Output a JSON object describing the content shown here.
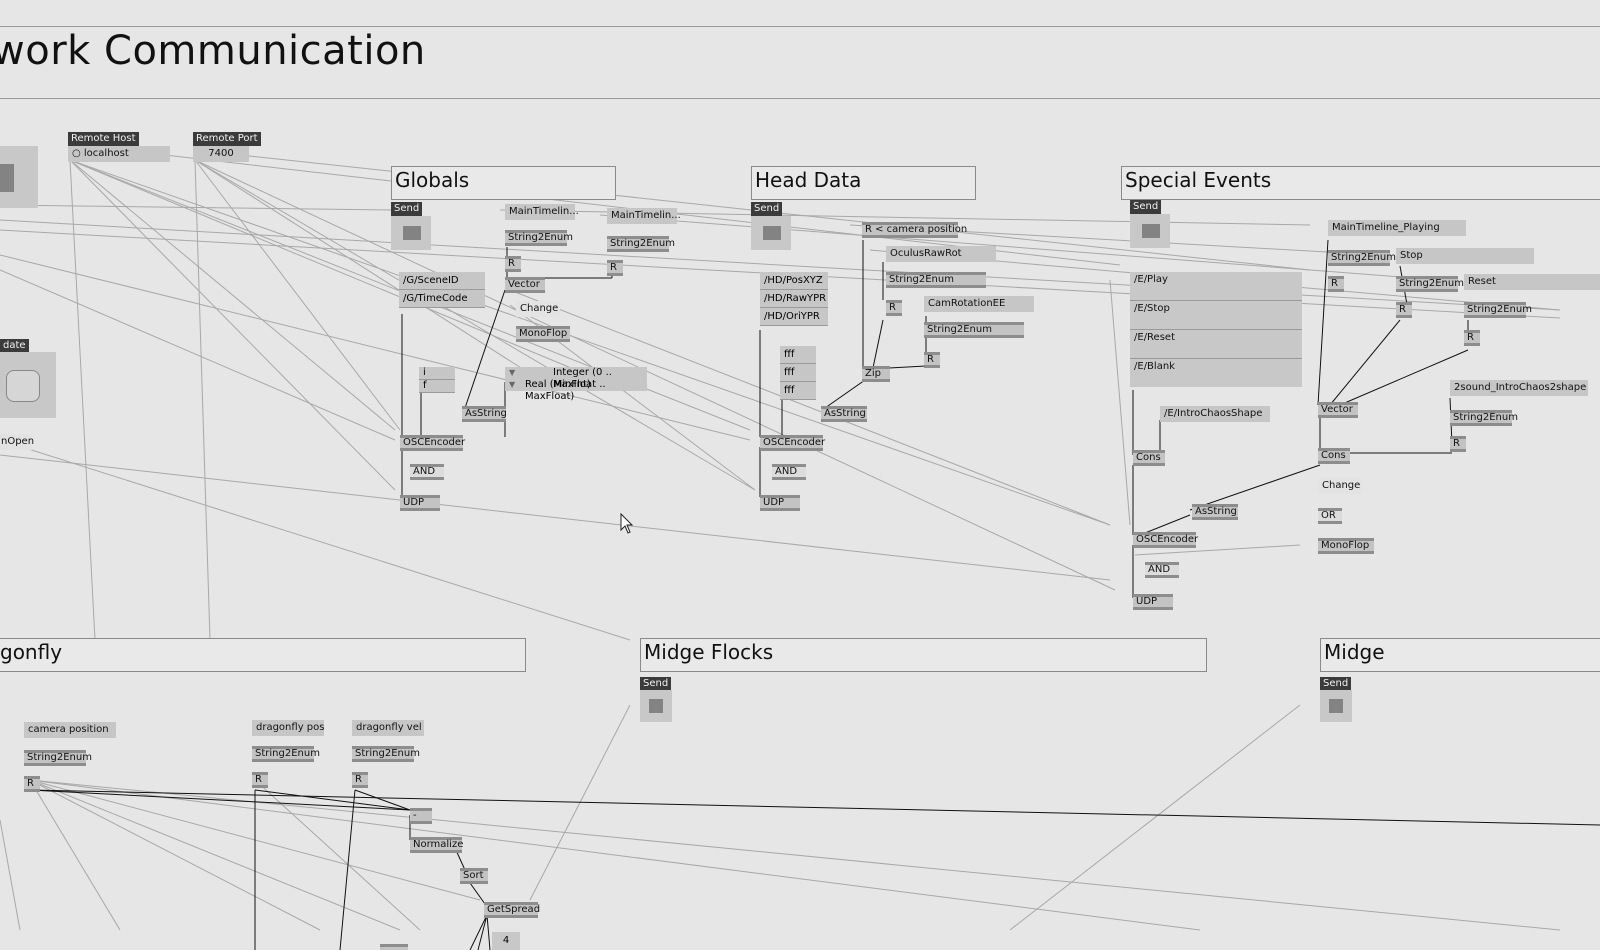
{
  "page": {
    "title": "work Communication",
    "background": "#e6e6e6"
  },
  "left_panel": {
    "remote_host_label": "Remote Host",
    "remote_host_value": "localhost",
    "remote_port_label": "Remote Port",
    "remote_port_value": "7400",
    "update_label": "date",
    "open_label": "nOpen"
  },
  "groups": {
    "globals": "Globals",
    "head_data": "Head Data",
    "special_events": "Special Events",
    "dragonfly": "gonfly",
    "midge_flocks": "Midge Flocks",
    "midge": "Midge"
  },
  "globals": {
    "send": "Send",
    "addresses": [
      "/G/SceneID",
      "/G/TimeCode"
    ],
    "types": [
      "i",
      "f"
    ],
    "timeline1": "MainTimelin...",
    "timeline2": "MainTimelin...",
    "string2enum": "String2Enum",
    "r": "R",
    "vector": "Vector",
    "change": "Change",
    "monoflop": "MonoFlop",
    "enum_options": [
      "Integer (0 .. MaxInt)",
      "Real (MinFloat .. MaxFloat)"
    ],
    "asstring": "AsString",
    "oscencoder": "OSCEncoder",
    "and": "AND",
    "udp": "UDP"
  },
  "head_data": {
    "send": "Send",
    "addresses": [
      "/HD/PosXYZ",
      "/HD/RawYPR",
      "/HD/OriYPR"
    ],
    "types": [
      "fff",
      "fff",
      "fff"
    ],
    "camera_position": "R < camera position",
    "oculus": "OculusRawRot",
    "string2enum": "String2Enum",
    "r": "R",
    "cam_rotation": "CamRotationEE",
    "zip": "Zip",
    "asstring": "AsString",
    "oscencoder": "OSCEncoder",
    "and": "AND",
    "udp": "UDP"
  },
  "special_events": {
    "send": "Send",
    "addresses": [
      "/E/Play",
      "/E/Stop",
      "/E/Reset",
      "/E/Blank"
    ],
    "intro": "/E/IntroChaosShape",
    "main_playing": "MainTimeline_Playing",
    "stop": "Stop",
    "reset": "Reset",
    "string2enum": "String2Enum",
    "r": "R",
    "sound": "2sound_IntroChaos2shape",
    "vector": "Vector",
    "cons": "Cons",
    "change": "Change",
    "or": "OR",
    "monoflop": "MonoFlop",
    "asstring": "AsString",
    "oscencoder": "OSCEncoder",
    "and": "AND",
    "udp": "UDP"
  },
  "dragonfly": {
    "camera_position": "camera position",
    "dragonfly_pos": "dragonfly pos",
    "dragonfly_vel": "dragonfly vel",
    "string2enum": "String2Enum",
    "r": "R",
    "minus": "-",
    "normalize": "Normalize",
    "sort": "Sort",
    "getspread": "GetSpread",
    "spread_value": "4"
  },
  "midge_flocks": {
    "send": "Send"
  },
  "midge": {
    "send": "Send"
  }
}
